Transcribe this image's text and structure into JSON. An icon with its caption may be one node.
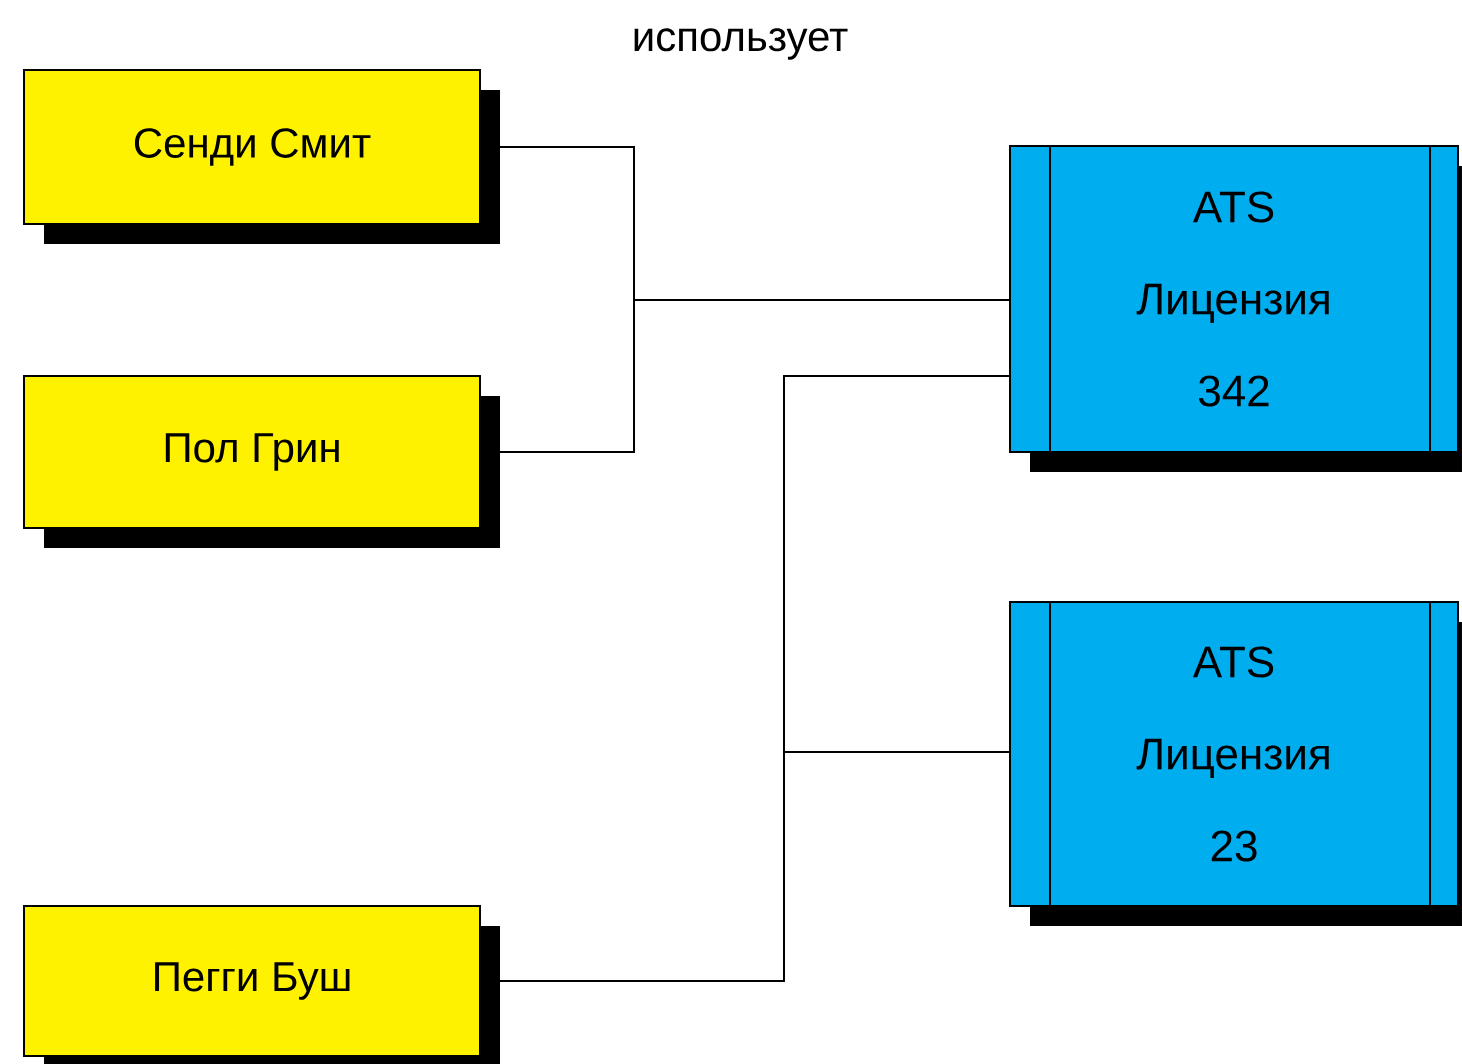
{
  "diagram": {
    "nodes": [
      {
        "text": [
          "Сенди Смит"
        ]
      },
      {
        "text": [
          "Пол Грин"
        ]
      },
      {
        "text": [
          "Пегги Буш"
        ]
      },
      {
        "text": [
          "ATS Лицензия 342"
        ]
      },
      {
        "text": [
          "ATS Лицензия 23"
        ]
      }
    ],
    "edges": [
      {
        "from": 0,
        "to": 3,
        "arrow": "none"
      },
      {
        "from": 1,
        "to": 3,
        "arrow": "none"
      },
      {
        "from": 2,
        "to": 3,
        "arrow": "none"
      },
      {
        "from": 2,
        "to": 4,
        "arrow": "none"
      }
    ],
    "labels": [
      "использует"
    ]
  }
}
